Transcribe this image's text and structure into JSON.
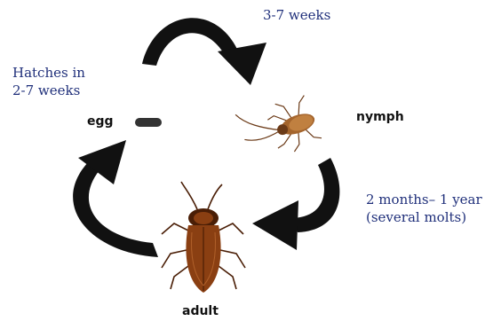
{
  "stages": {
    "egg": "egg",
    "nymph": "nymph",
    "adult": "adult"
  },
  "durations": {
    "egg_to_nymph": "3-7 weeks",
    "hatch_line1": "Hatches in",
    "hatch_line2": "2-7 weeks",
    "nymph_to_adult_line1": "2 months– 1 year",
    "nymph_to_adult_line2": "(several molts)"
  },
  "colors": {
    "duration_text": "#1f2f7a",
    "arrow": "#111111",
    "roach_body": "#8a3f12",
    "roach_dark": "#4a1e06"
  }
}
